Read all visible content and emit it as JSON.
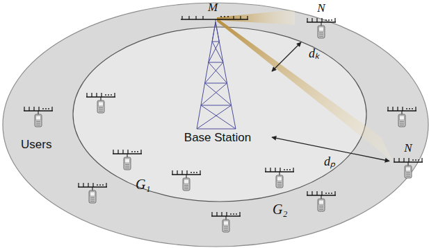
{
  "diagram": {
    "nodes": [
      {
        "text": [
          "Users",
          "G₂"
        ]
      },
      {
        "text": [
          "G₁"
        ],
        "in": 0
      },
      {
        "text": [
          "M",
          "Base Station"
        ],
        "in": 1
      },
      {
        "text": [
          "N"
        ],
        "in": 1
      },
      {
        "text": [
          "N"
        ],
        "in": 0
      }
    ],
    "edges": [
      {
        "from": 2,
        "to": 3,
        "arrow": "both",
        "label": "dₖ"
      },
      {
        "from": 2,
        "to": 4,
        "arrow": "both",
        "label": "dₚ"
      }
    ]
  }
}
